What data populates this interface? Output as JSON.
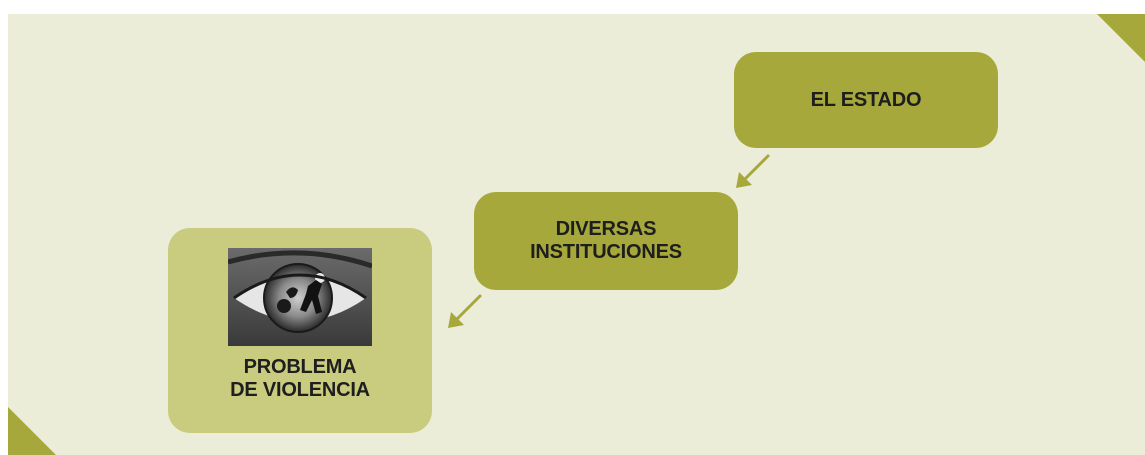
{
  "diagram": {
    "nodes": [
      {
        "id": "estado",
        "lines": [
          "EL ESTADO"
        ]
      },
      {
        "id": "instituciones",
        "lines": [
          "DIVERSAS",
          "INSTITUCIONES"
        ]
      },
      {
        "id": "problema",
        "lines": [
          "PROBLEMA",
          "DE VIOLENCIA"
        ],
        "image": "eye-with-violence-silhouettes"
      }
    ],
    "edges": [
      {
        "from": "estado",
        "to": "instituciones"
      },
      {
        "from": "instituciones",
        "to": "problema"
      }
    ]
  },
  "colors": {
    "background": "#ecedd9",
    "box_dark": "#a6a83c",
    "box_light": "#c9cb7e",
    "arrow": "#a6a83c",
    "text": "#1e1e1e"
  },
  "icons": {
    "arrow": "arrow-down-left-icon",
    "image": "eye-image"
  }
}
